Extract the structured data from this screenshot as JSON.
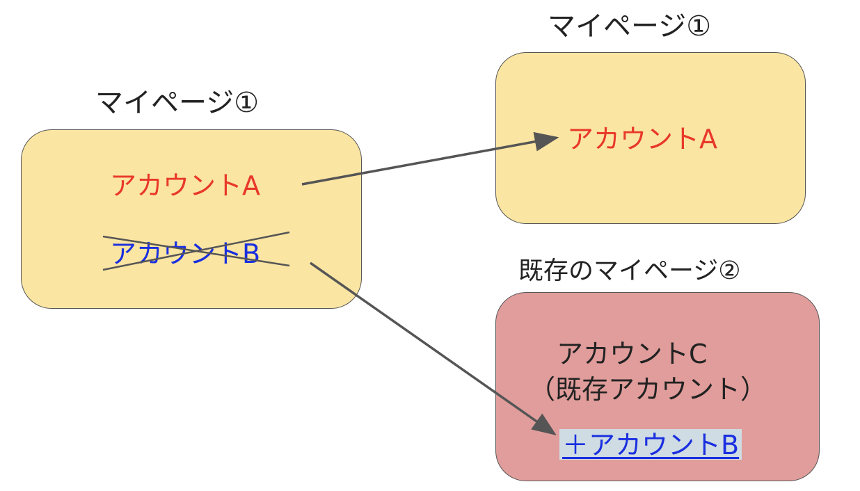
{
  "left_box": {
    "title": "マイページ①",
    "account_a": "アカウントA",
    "account_b": "アカウントB",
    "color": "#fbe5a2"
  },
  "top_right_box": {
    "title": "マイページ①",
    "account_a": "アカウントA",
    "color": "#fbe5a2"
  },
  "bottom_right_box": {
    "title": "既存のマイページ②",
    "account_c": "アカウントC",
    "account_c_note": "（既存アカウント）",
    "added_account": "＋アカウントB",
    "color": "#e09d9b"
  },
  "colors": {
    "account_a_text": "#e8382c",
    "account_b_text": "#1a2fe0",
    "arrow": "#555555",
    "cross": "#555555"
  }
}
